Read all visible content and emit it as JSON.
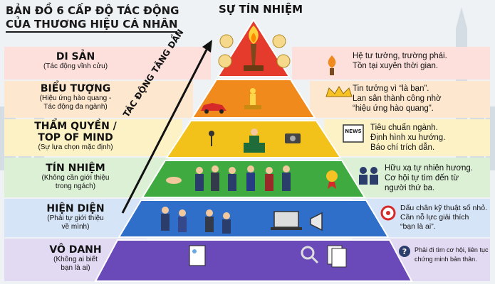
{
  "title": {
    "line1": "BẢN ĐỒ 6 CẤP ĐỘ TÁC ĐỘNG",
    "line2": "CỦA THƯƠNG HIỆU CÁ NHÂN"
  },
  "apex_label": "SỰ TÍN NHIỆM",
  "axis_label": "TÁC ĐỘNG TĂNG DẦN",
  "colors": {
    "level1": "#e53b2c",
    "level2": "#f08a1c",
    "level3": "#f3c21a",
    "level4": "#3faa3f",
    "level5": "#2f6fc9",
    "level6": "#6a49b8"
  },
  "levels": [
    {
      "title": "DI SẢN",
      "subtitle": [
        "(Tác động vĩnh cửu)"
      ],
      "desc": [
        "Hệ tư tưởng, trường phái.",
        "Tồn tại xuyên thời gian."
      ],
      "icon": "torch-icon"
    },
    {
      "title": "BIỂU TƯỢNG",
      "subtitle": [
        "(Hiệu ứng hào quang -",
        "Tác động đa ngành)"
      ],
      "desc": [
        "Tin tưởng vì “là bạn”.",
        "Lan sân thành công nhờ",
        "“hiệu ứng hào quang”."
      ],
      "icon": "crown-icon"
    },
    {
      "title": "THẨM QUYỀN /",
      "title2": "TOP OF MIND",
      "subtitle": [
        "(Sự lựa chọn mặc định)"
      ],
      "desc": [
        "Tiêu chuẩn ngành.",
        "Định hình xu hướng.",
        "Báo chí trích dẫn."
      ],
      "icon": "news-icon",
      "icon_text": "NEWS"
    },
    {
      "title": "TÍN NHIỆM",
      "subtitle": [
        "(Không cần giới thiệu",
        "trong ngách)"
      ],
      "desc": [
        "Hữu xạ tự nhiên hương.",
        "Cơ hội tự tìm đến từ",
        "người thứ ba."
      ],
      "icon": "people-icon"
    },
    {
      "title": "HIỆN DIỆN",
      "subtitle": [
        "(Phải tự giới thiệu",
        "về mình)"
      ],
      "desc": [
        "Dấu chân kỹ thuật số nhỏ.",
        "Cần nỗ lực giải thích",
        "“bạn là ai”."
      ],
      "icon": "target-icon"
    },
    {
      "title": "VÔ DANH",
      "subtitle": [
        "(Không ai biết",
        "bạn là ai)"
      ],
      "desc": [
        "Phải đi tìm cơ hội, liên tục",
        "chứng minh bản thân."
      ],
      "icon": "question-icon",
      "icon_text": "?"
    }
  ]
}
